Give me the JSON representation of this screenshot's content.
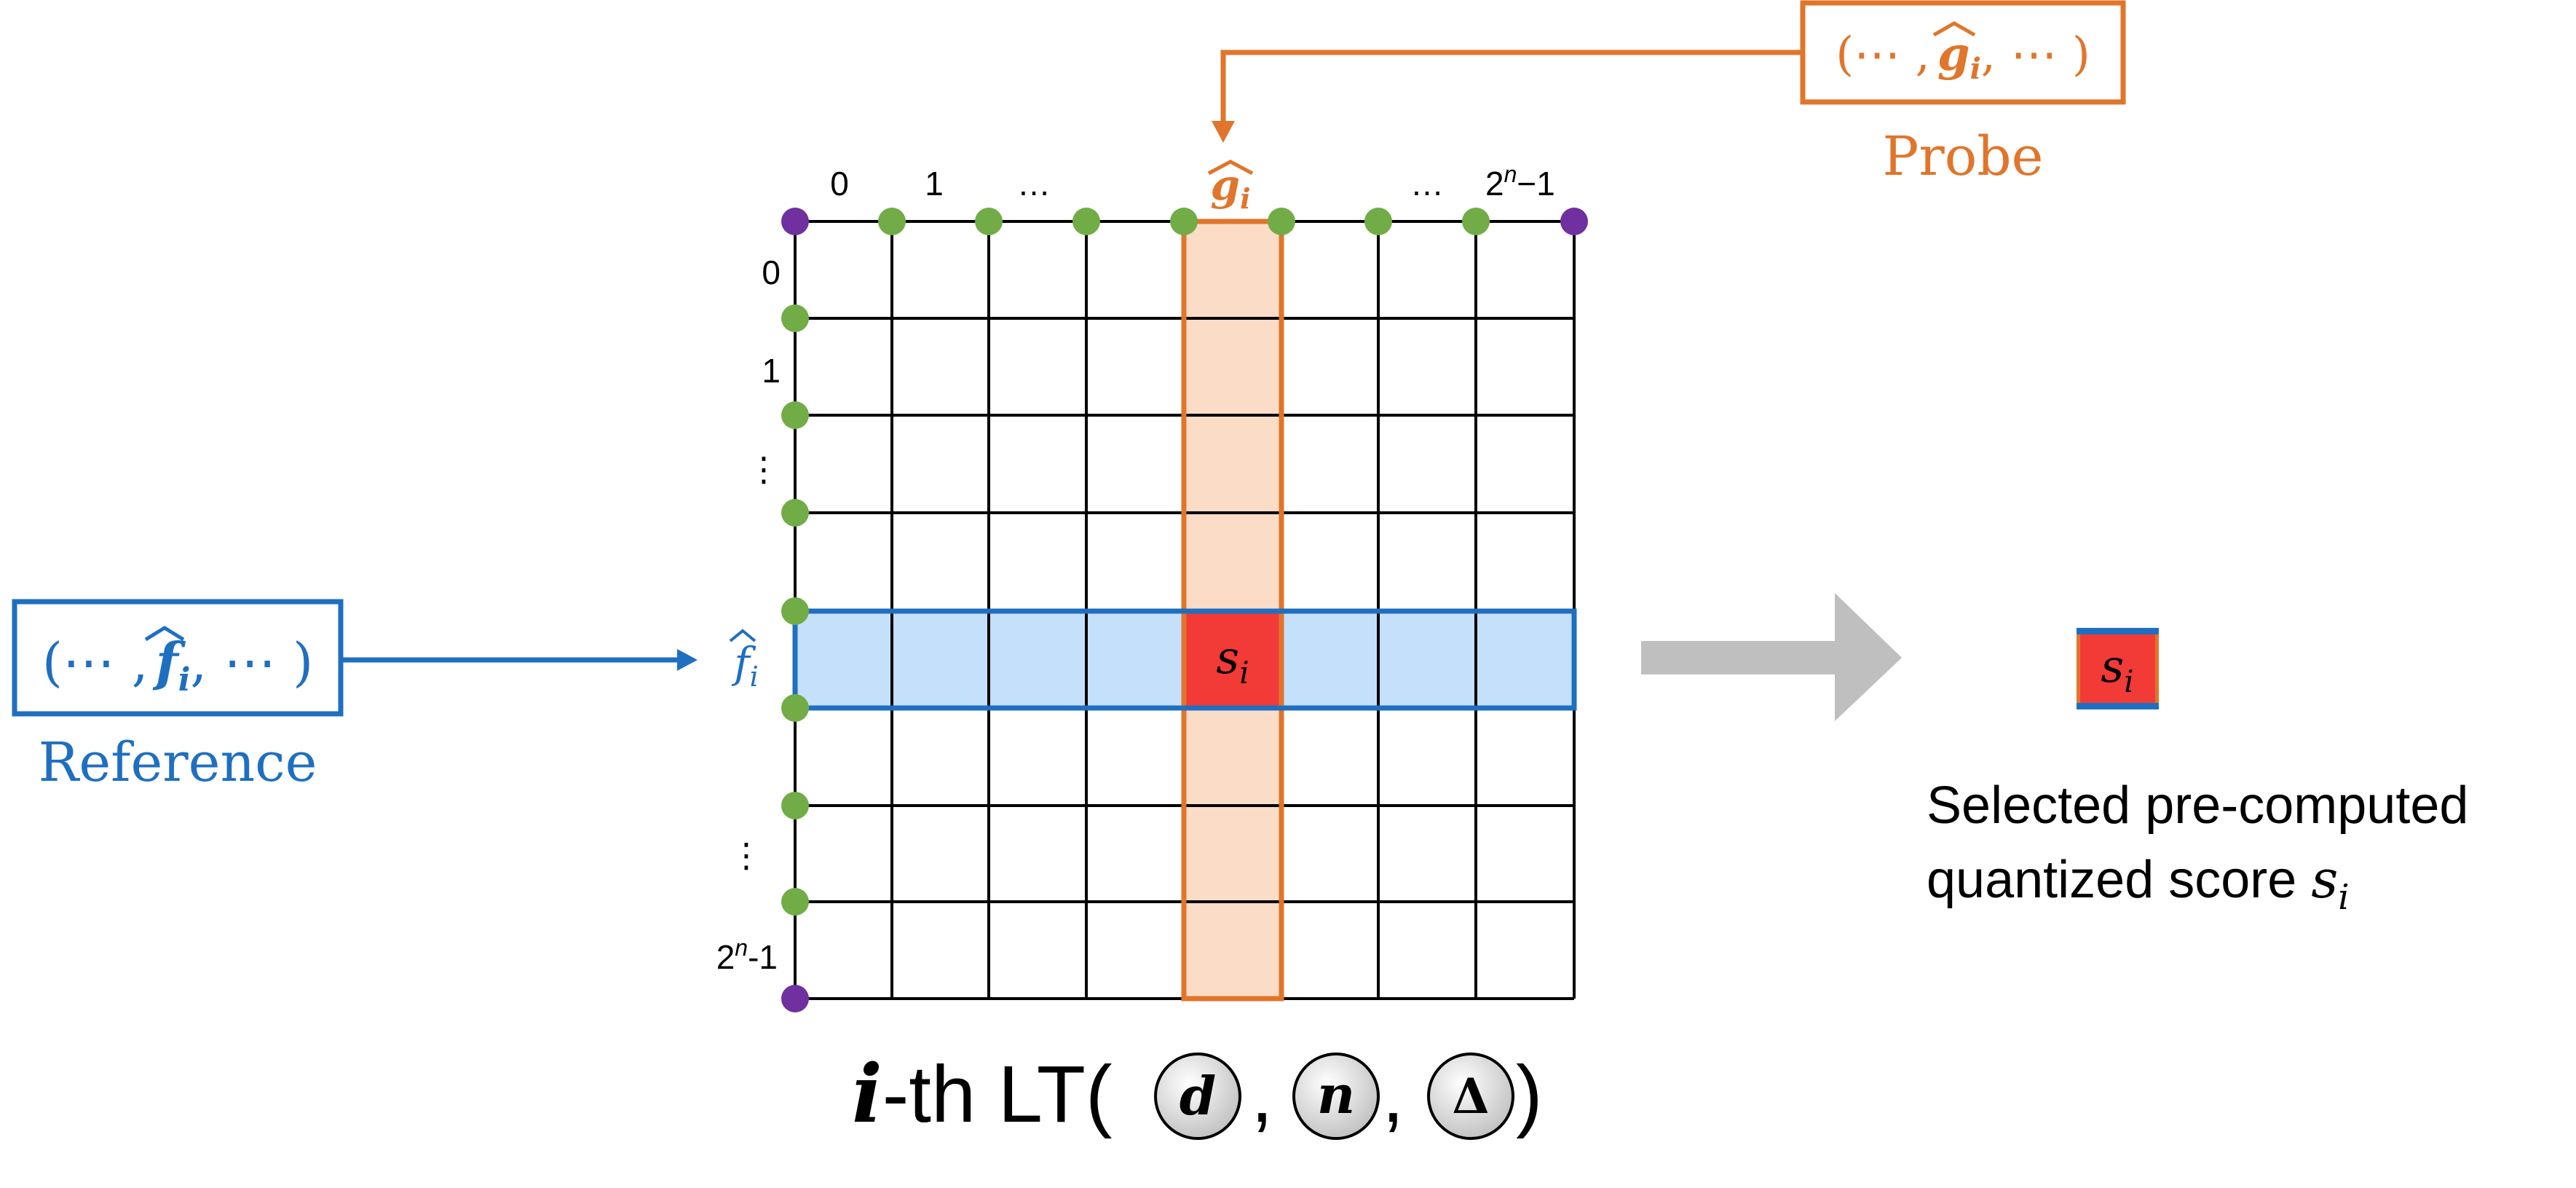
{
  "colors": {
    "blue": "#1f6fc1",
    "blue_fill": "#c4e0fb",
    "orange": "#e0752b",
    "orange_fill": "#fadcc7",
    "red": "#f23a37",
    "green_dot": "#71ac47",
    "purple_dot": "#7030a0",
    "arrow_gray": "#bfbfbf",
    "grid": "#000000"
  },
  "probe": {
    "tuple_text": "(⋯ , ĝᵢ , ⋯ )",
    "tuple_left": "(⋯ ,",
    "tuple_var": "g",
    "tuple_sub": "i",
    "tuple_right": ", ⋯ )",
    "label": "Probe"
  },
  "reference": {
    "tuple_left": "(⋯ ,",
    "tuple_var": "f",
    "tuple_sub": "i",
    "tuple_right": ", ⋯ )",
    "label": "Reference"
  },
  "grid": {
    "top_labels": [
      "0",
      "1",
      "…",
      "",
      "…"
    ],
    "top_last_base": "2",
    "top_last_exp": "n",
    "top_last_suffix": "−1",
    "column_label_var": "g",
    "column_label_sub": "i",
    "left_labels": [
      "0",
      "1",
      "⋮",
      "",
      "⋮"
    ],
    "left_last_base": "2",
    "left_last_exp": "n",
    "left_last_suffix": "-1",
    "row_label_var": "f",
    "row_label_sub": "i",
    "cell_var": "s",
    "cell_sub": "i"
  },
  "result": {
    "score_var": "s",
    "score_sub": "i",
    "caption_line1": "Selected pre-computed",
    "caption_line2": "quantized score ",
    "caption_var": "s",
    "caption_sub": "i"
  },
  "lt_title": {
    "prefix_var": "i",
    "prefix_text": "-th  LT(",
    "params": [
      "d",
      "n",
      "Δ"
    ],
    "separator": ",",
    "suffix": ")"
  }
}
